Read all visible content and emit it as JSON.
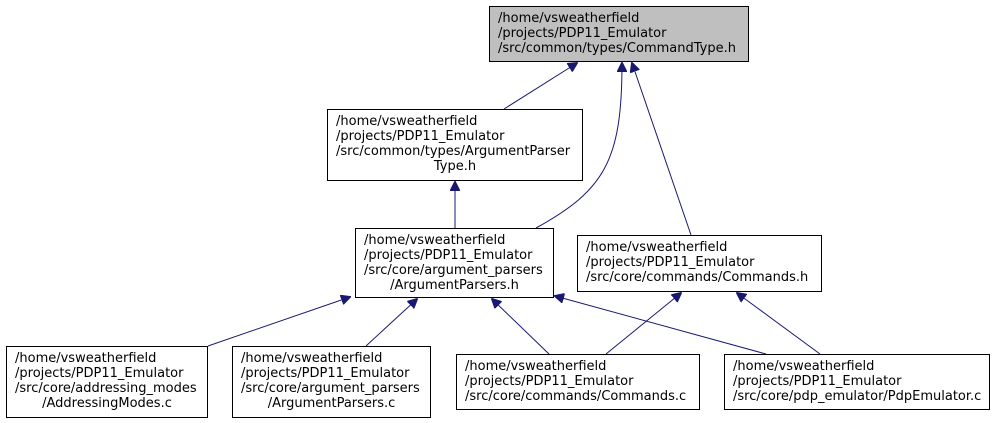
{
  "colors": {
    "edge": "#191970",
    "root_fill": "#bfbfbf",
    "node_fill": "#ffffff",
    "border": "#000000"
  },
  "nodes": {
    "command_type": {
      "lines": [
        "/home/vsweatherfield",
        "/projects/PDP11_Emulator",
        "/src/common/types/CommandType.h"
      ]
    },
    "argument_parser_type": {
      "lines": [
        "/home/vsweatherfield",
        "/projects/PDP11_Emulator",
        "/src/common/types/ArgumentParser",
        "Type.h"
      ]
    },
    "argument_parsers_h": {
      "lines": [
        "/home/vsweatherfield",
        "/projects/PDP11_Emulator",
        "/src/core/argument_parsers",
        "/ArgumentParsers.h"
      ]
    },
    "commands_h": {
      "lines": [
        "/home/vsweatherfield",
        "/projects/PDP11_Emulator",
        "/src/core/commands/Commands.h"
      ]
    },
    "addressing_modes_c": {
      "lines": [
        "/home/vsweatherfield",
        "/projects/PDP11_Emulator",
        "/src/core/addressing_modes",
        "/AddressingModes.c"
      ]
    },
    "argument_parsers_c": {
      "lines": [
        "/home/vsweatherfield",
        "/projects/PDP11_Emulator",
        "/src/core/argument_parsers",
        "/ArgumentParsers.c"
      ]
    },
    "commands_c": {
      "lines": [
        "/home/vsweatherfield",
        "/projects/PDP11_Emulator",
        "/src/core/commands/Commands.c"
      ]
    },
    "pdp_emulator_c": {
      "lines": [
        "/home/vsweatherfield",
        "/projects/PDP11_Emulator",
        "/src/core/pdp_emulator/PdpEmulator.c"
      ]
    }
  },
  "edges": [
    {
      "from": "argument_parser_type",
      "to": "command_type"
    },
    {
      "from": "argument_parsers_h",
      "to": "command_type"
    },
    {
      "from": "commands_h",
      "to": "command_type"
    },
    {
      "from": "argument_parsers_h",
      "to": "argument_parser_type"
    },
    {
      "from": "addressing_modes_c",
      "to": "argument_parsers_h"
    },
    {
      "from": "argument_parsers_c",
      "to": "argument_parsers_h"
    },
    {
      "from": "commands_c",
      "to": "argument_parsers_h"
    },
    {
      "from": "pdp_emulator_c",
      "to": "argument_parsers_h"
    },
    {
      "from": "commands_c",
      "to": "commands_h"
    },
    {
      "from": "pdp_emulator_c",
      "to": "commands_h"
    }
  ]
}
